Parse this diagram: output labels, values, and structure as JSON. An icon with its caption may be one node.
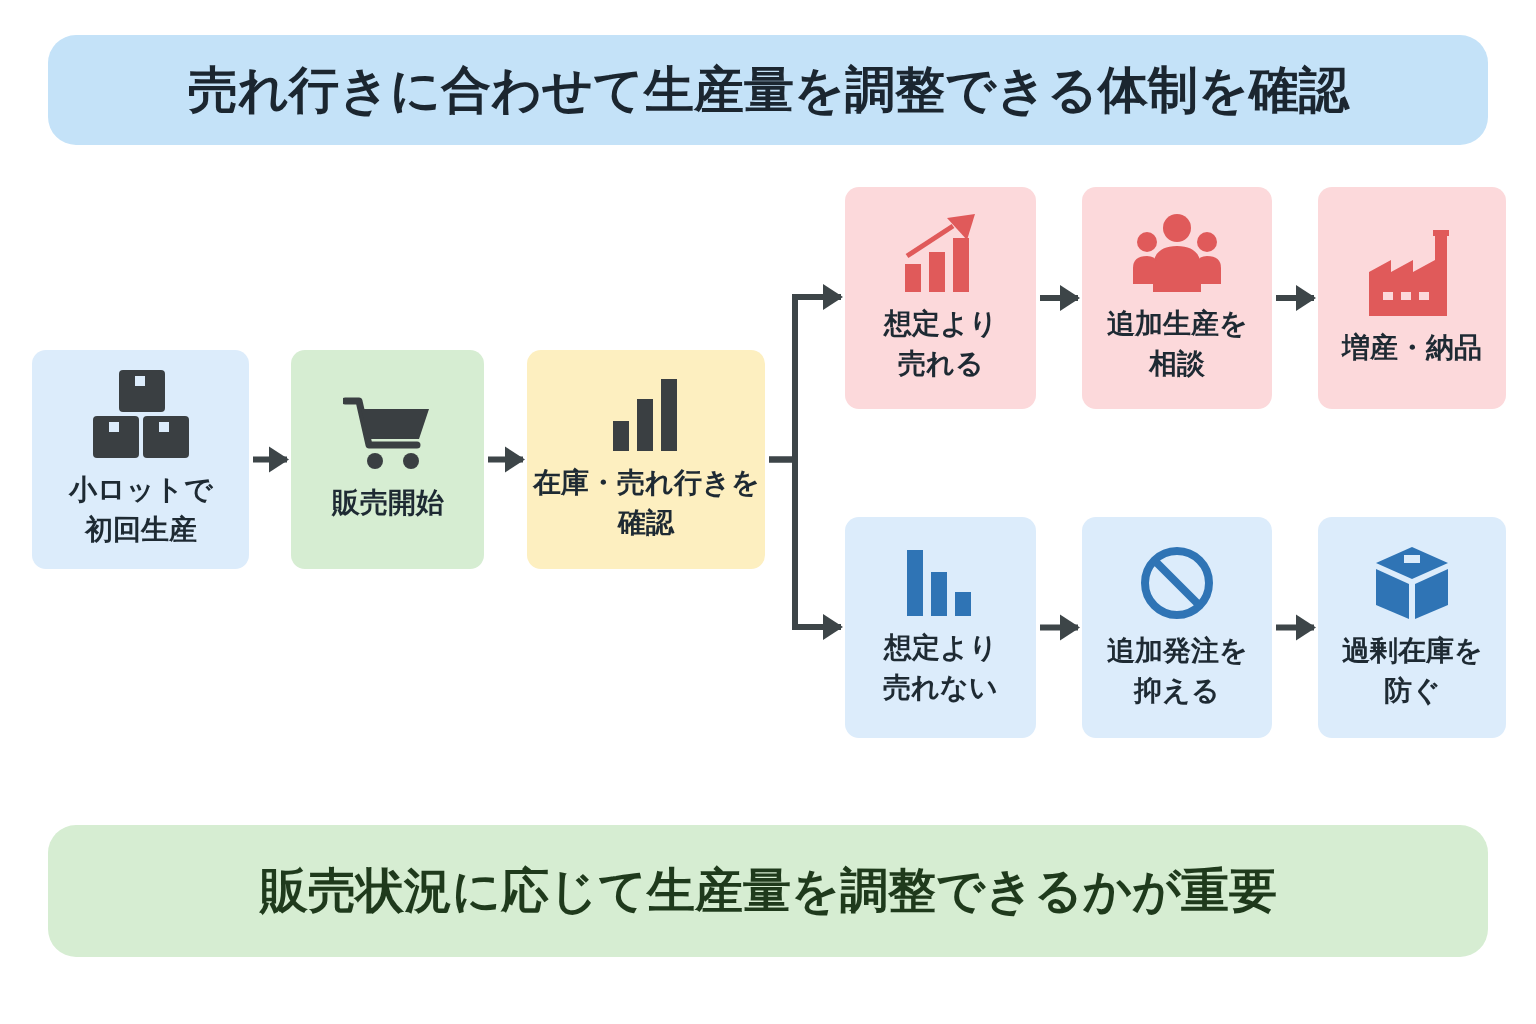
{
  "diagram": {
    "title": "売れ行きに合わせて生産量を調整できる体制を確認",
    "caption": "販売状況に応じて生産量を調整できるかが重要",
    "nodes": [
      {
        "text": [
          "小ロットで初回生産"
        ]
      },
      {
        "text": [
          "販売開始"
        ]
      },
      {
        "text": [
          "在庫・売れ行きを確認"
        ]
      },
      {
        "text": [
          "想定より売れる"
        ]
      },
      {
        "text": [
          "追加生産を相談"
        ]
      },
      {
        "text": [
          "増産・納品"
        ]
      },
      {
        "text": [
          "想定より売れない"
        ]
      },
      {
        "text": [
          "追加発注を抑える"
        ]
      },
      {
        "text": [
          "過剰在庫を防ぐ"
        ]
      }
    ],
    "edges": [
      {
        "from": 0,
        "to": 1,
        "arrow": "to"
      },
      {
        "from": 1,
        "to": 2,
        "arrow": "to"
      },
      {
        "from": 2,
        "to": 3,
        "arrow": "to"
      },
      {
        "from": 2,
        "to": 6,
        "arrow": "to"
      },
      {
        "from": 3,
        "to": 4,
        "arrow": "to"
      },
      {
        "from": 4,
        "to": 5,
        "arrow": "to"
      },
      {
        "from": 6,
        "to": 7,
        "arrow": "to"
      },
      {
        "from": 7,
        "to": 8,
        "arrow": "to"
      }
    ]
  }
}
